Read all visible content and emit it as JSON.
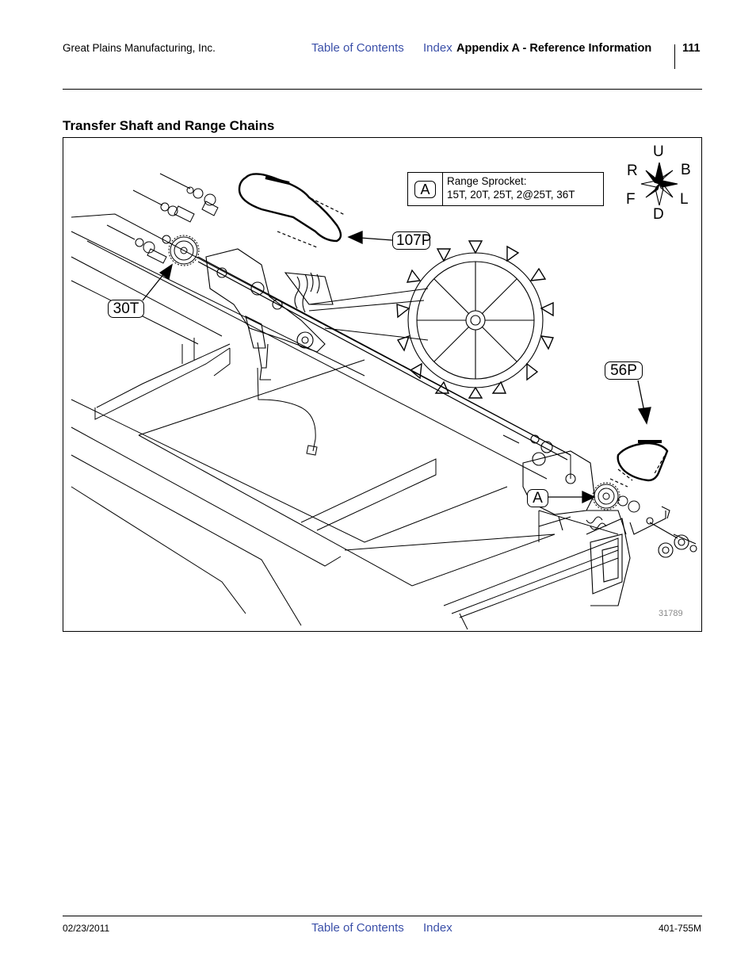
{
  "header": {
    "company": "Great Plains Manufacturing, Inc.",
    "toc_link": "Table of Contents",
    "index_link": "Index",
    "section": "Appendix A - Reference Information",
    "page_number": "111"
  },
  "section_title": "Transfer Shaft and Range Chains",
  "figure": {
    "legend": {
      "key": "A",
      "line1": "Range Sprocket:",
      "line2": "15T, 20T, 25T, 2@25T, 36T"
    },
    "callouts": {
      "c107p": "107P",
      "c30t": "30T",
      "c56p": "56P",
      "ca": "A"
    },
    "compass": {
      "up": "U",
      "down": "D",
      "right_front": "R",
      "back": "B",
      "front": "F",
      "left": "L"
    },
    "figure_number": "31789"
  },
  "footer": {
    "date": "02/23/2011",
    "toc_link": "Table of Contents",
    "index_link": "Index",
    "doc_number": "401-755M"
  }
}
